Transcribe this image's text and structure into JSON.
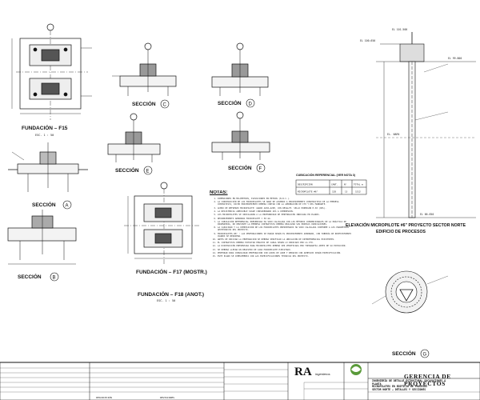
{
  "sections": {
    "fundacion_f15": "FUNDACIÓN – F15",
    "seccion_a": "SECCIÓN",
    "seccion_a_letter": "A",
    "seccion_b": "SECCIÓN",
    "seccion_b_letter": "B",
    "seccion_c": "SECCIÓN",
    "seccion_c_letter": "C",
    "seccion_d": "SECCIÓN",
    "seccion_d_letter": "D",
    "seccion_e": "SECCIÓN",
    "seccion_e_letter": "E",
    "seccion_f": "SECCIÓN",
    "seccion_f_letter": "F",
    "seccion_g": "SECCIÓN",
    "seccion_g_letter": "G",
    "fundacion_f17": "FUNDACIÓN – F17 (MOSTR.)",
    "fundacion_f18": "FUNDACIÓN – F18 (ANOT.)",
    "scale": "ESC. 1 : 50"
  },
  "micropile": {
    "title": "ELEVACIÓN MICROPILOTE #6\" PROYECTO SECTOR NORTE",
    "subtitle": "EDIFICIO DE PROCESOS",
    "levels": [
      "EL 100.650",
      "EL 101.500",
      "EL 99.800",
      "EL 86.650"
    ],
    "napa": "EL. NAPA"
  },
  "table": {
    "title": "CUBICACIÓN REFERENCIAL (VER NOTA 3)",
    "headers": [
      "DESCRIPCIÓN",
      "CANT.",
      "N°",
      "TOTAL m"
    ],
    "rows": [
      [
        "MICROPILOTE #6\"",
        "128",
        "13",
        "1512"
      ]
    ]
  },
  "notes": {
    "title": "NOTAS:",
    "items": [
      "DIMENSIONES EN MILÍMETROS, ELEVACIONES EN METROS (N.R.C.).",
      "LA CONSTRUCCIÓN DE LOS MICROPILOTES SE HARÁ DE ACUERDO A PROCEDIMIENTO CONSTRUCTIVO DE LA EMPRESA CONTRATISTA, DICHO PROCEDIMIENTO DEBERÁ CONTAR CON LA APROBACIÓN DE ITO Y DEL MANDANTE.",
      "ACERO DE REFUERZO MICROPILOTE: GRADO A630–420H, CON RESALTE. SELLO HORMIGÓN H-30 (90%).",
      "LA RESISTENCIA ADMISIBLE SIGUE CONSIDERANDO 20% A COMPRESIÓN.",
      "LOS MICROPILOTES SE INSTALARÁN A LA PROFUNDIDAD DE PERFORACIÓN INDICADA EN PLANOS.",
      "RECUBRIMIENTO ARMADURA MICROPILOTE = 50 mm.",
      "LA CUBICACIÓN REFERENCIAL PRESENTADA HA SIDO CALCULADA CON LOS MÉTODOS CONVENCIONALES DE LA PRÁCTICA DE INGENIERÍA, NO OBSTANTE LA EMPRESA CONTRATISTA DEBERÁ REALIZAR SUS PROPIAS CUBICACIONES.",
      "LA CAPACIDAD Y LA COMPOSICIÓN DE LOS MICROPILOTES PRESENTADOS HA SIDO CALCULADA CONFORME A LOS PARÁMETROS GEOTÉCNICOS DEL PROYECTO.",
      "MICROPILOTES #6\" : LAS PERFORACIONES SE HARÁN SEGÚN EL PROCEDIMIENTO APROBADO, CON TUBERÍA DE REVESTIMIENTO CUANDO SE REQUIERA.",
      "ANTES DE INICIAR LA PERFORACIÓN SE DEBERÁ VERIFICAR LA UBICACIÓN DE INTERFERENCIAS EXISTENTES.",
      "EL CONTRATISTA DEBERÁ EJECUTAR ENSAYOS DE CARGA SEGÚN LO INDICADO POR LA ITO.",
      "LA DISPOSICIÓN PRESENTADA PARA MICROPILOTES DEBERÁ SER VERIFICADA POR TOPOGRAFÍA ANTES DE SU EJECUCIÓN.",
      "SE DEBERÁ LLEVAR UN REGISTRO DE CADA MICROPILOTE EJECUTADO.",
      "PERFORAR PARA CONSOLIDAR PERFORACIÓN CON LODOS DE AIRE Y REDUCIR CON ADHESIVO SEGÚN ESPECIFICACIÓN.",
      "ESTE PLANO SE COMPLEMENTA CON LAS ESPECIFICACIONES TÉCNICAS DEL PROYECTO."
    ]
  },
  "title_block": {
    "company": "GERENCIA DE PROYECTOS",
    "project_lines": [
      "INGENIERÍA DE DETALLE ESTRUCTURAL SOCAVACIONES &",
      "PLANTA",
      "MICROPILOTES EN EDIFICIO DE PROCESOS",
      "SECTOR NORTE – DETALLES Y SECCIONES"
    ],
    "logo_ra": "RA",
    "logo_sub": "ingenieros",
    "revision_header": "REVISIONES",
    "description_header": "DESCRIPCIÓN"
  }
}
